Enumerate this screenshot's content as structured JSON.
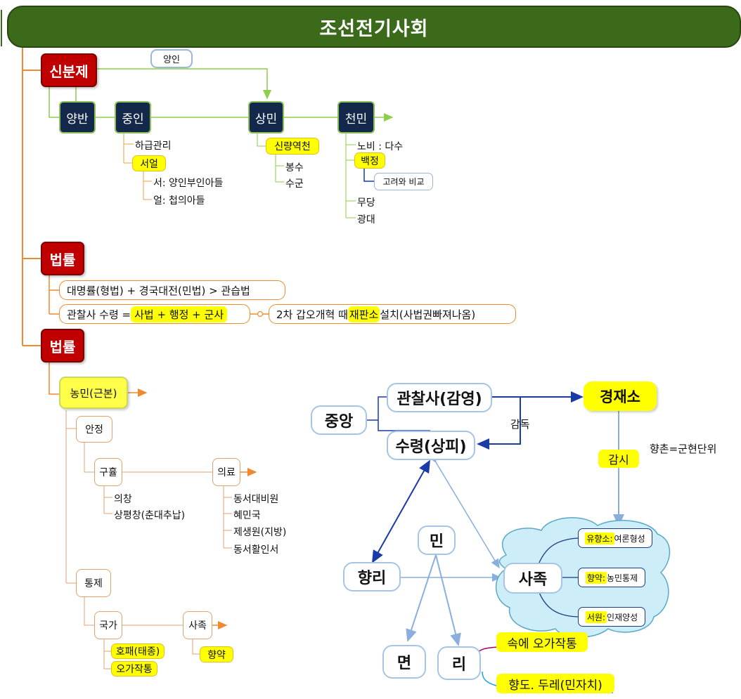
{
  "title": "조선전기사회",
  "section1": {
    "label": "신분제",
    "yangin": "양인",
    "classes": [
      "양반",
      "중인",
      "상민",
      "천민"
    ],
    "jungin_items": [
      "하급관리",
      "서얼",
      "서: 양인부인아들",
      "얼: 첩의아들"
    ],
    "sangmin_items": [
      "신량역천",
      "봉수",
      "수군"
    ],
    "cheonmin_items": [
      "노비 : 다수",
      "백정",
      "고려와 비교",
      "무당",
      "광대"
    ]
  },
  "section2": {
    "label": "법률",
    "law1": "대명률(형법) + 경국대전(민법) > 관습법",
    "law2_prefix": "관찰사 수령 = ",
    "law2_hl": "사법 + 행정 + 군사",
    "law3_prefix": "2차 갑오개혁 때 ",
    "law3_hl": "재판소",
    "law3_suffix": "설치(사법권빠져나옴)"
  },
  "section3": {
    "label": "법률",
    "root": "농민(근본)",
    "anjeong": "안정",
    "guhyul": "구휼",
    "guhyul_items": [
      "의창",
      "상평창(춘대추납)"
    ],
    "uiryo": "의료",
    "uiryo_items": [
      "동서대비원",
      "혜민국",
      "제생원(지방)",
      "동서활인서"
    ],
    "tongje": "통제",
    "gukga": "국가",
    "gukga_items": [
      "호패(태종)",
      "오가작통"
    ],
    "sajok": "사족",
    "hyangyak": "향약"
  },
  "local_map": {
    "jungang": "중앙",
    "gwanchalsa": "관찰사(감영)",
    "suryeong": "수령(상피)",
    "gyeongjaeso": "경재소",
    "gamdok": "감독",
    "gamsi": "감시",
    "hyangchon": "향촌=군현단위",
    "min": "민",
    "hyangri": "향리",
    "sajok": "사족",
    "myeon": "면",
    "ri": "리",
    "cloud_items": [
      {
        "hl": "유향소:",
        "text": " 여론형성"
      },
      {
        "hl": "향약:",
        "text": " 농민통제"
      },
      {
        "hl": "서원:",
        "text": " 인재양성"
      }
    ],
    "ri_note1": "속에 오가작통",
    "ri_note2": "향도. 두레(민자치)"
  },
  "colors": {
    "title_bg": "#3b6a1b",
    "red": "#c00000",
    "navy": "#13284a",
    "orange": "#f08a2c",
    "green_line": "#8bcf4a",
    "blue_arrow": "#1a3aa8",
    "light_blue": "#8aaede",
    "highlight": "#ffff00"
  }
}
